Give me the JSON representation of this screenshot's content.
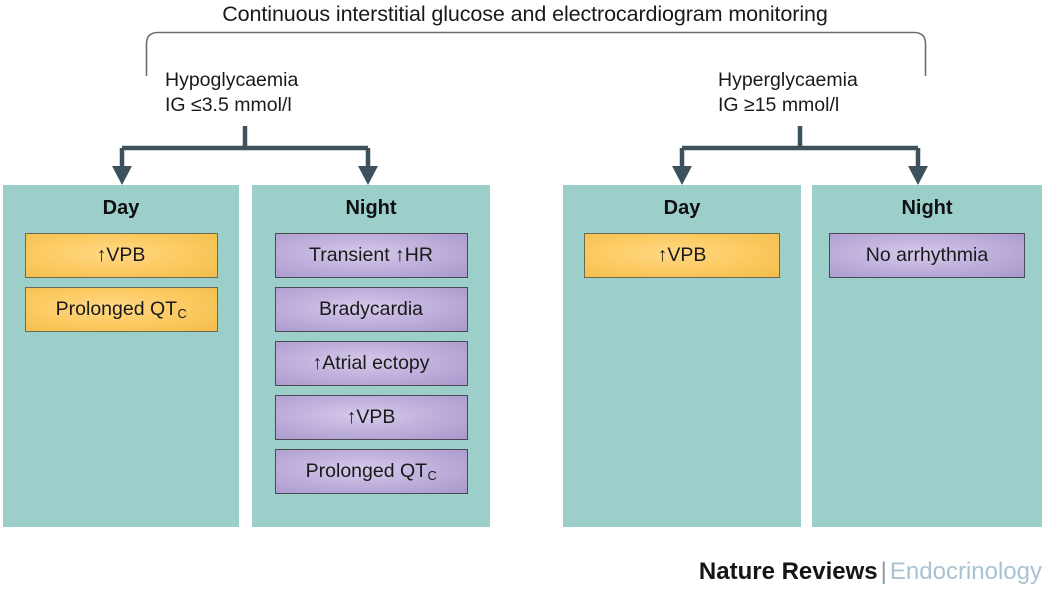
{
  "figure": {
    "title": "Continuous interstitial glucose and electrocardiogram monitoring"
  },
  "colors": {
    "panel_teal": "#9ccfc9",
    "item_yellow": "#fbc95f",
    "item_purple": "#bdaedb",
    "arrow": "#3d525c",
    "bracket": "#6d6d6d",
    "journal_blue": "#a9c2d2"
  },
  "branches": [
    {
      "label": "Hypoglycaemia\nIG ≤3.5 mmol/l",
      "panels": [
        {
          "title": "Day",
          "items": [
            {
              "text": "↑VPB",
              "style": "yellow"
            },
            {
              "text": "Prolonged QT",
              "sub": "C",
              "style": "yellow"
            }
          ]
        },
        {
          "title": "Night",
          "items": [
            {
              "text": "Transient ↑HR",
              "style": "purple"
            },
            {
              "text": "Bradycardia",
              "style": "purple"
            },
            {
              "text": "↑Atrial ectopy",
              "style": "purple"
            },
            {
              "text": "↑VPB",
              "style": "purple"
            },
            {
              "text": "Prolonged QT",
              "sub": "C",
              "style": "purple"
            }
          ]
        }
      ]
    },
    {
      "label": "Hyperglycaemia\nIG ≥15 mmol/l",
      "panels": [
        {
          "title": "Day",
          "items": [
            {
              "text": "↑VPB",
              "style": "yellow"
            }
          ]
        },
        {
          "title": "Night",
          "items": [
            {
              "text": "No arrhythmia",
              "style": "purple"
            }
          ]
        }
      ]
    }
  ],
  "footer": {
    "brand": "Nature Reviews",
    "divider": "|",
    "journal": "Endocrinology"
  }
}
